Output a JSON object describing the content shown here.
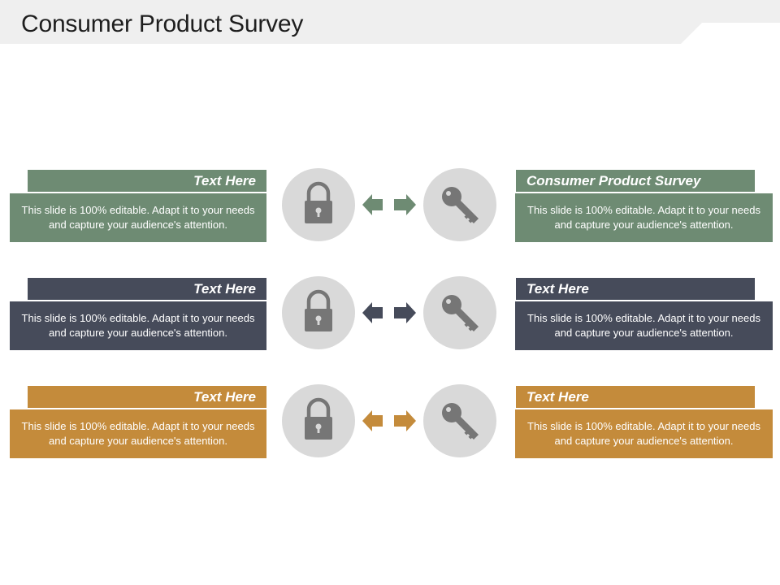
{
  "page": {
    "title": "Consumer Product Survey"
  },
  "rows": [
    {
      "color": "#6e8b73",
      "left": {
        "label": "Text Here",
        "text": "This slide is 100% editable. Adapt it to your needs and capture your audience's attention."
      },
      "right": {
        "label": "Consumer Product Survey",
        "text": "This slide is 100% editable. Adapt it to your needs and capture your audience's attention."
      },
      "icons": [
        "lock-icon",
        "key-icon"
      ]
    },
    {
      "color": "#464b5a",
      "left": {
        "label": "Text Here",
        "text": "This slide is 100% editable. Adapt it to your needs and capture your audience's attention."
      },
      "right": {
        "label": "Text Here",
        "text": "This slide is 100% editable. Adapt it to your needs and capture your audience's attention."
      },
      "icons": [
        "lock-icon",
        "key-icon"
      ]
    },
    {
      "color": "#c48b3b",
      "left": {
        "label": "Text Here",
        "text": "This slide is 100% editable. Adapt it to your needs and capture your audience's attention."
      },
      "right": {
        "label": "Text Here",
        "text": "This slide is 100% editable. Adapt it to your needs and capture your audience's attention."
      },
      "icons": [
        "lock-icon",
        "key-icon"
      ]
    }
  ],
  "colors": {
    "title_band": "#efefef",
    "circle": "#d9d9d9",
    "icon": "#767676"
  }
}
